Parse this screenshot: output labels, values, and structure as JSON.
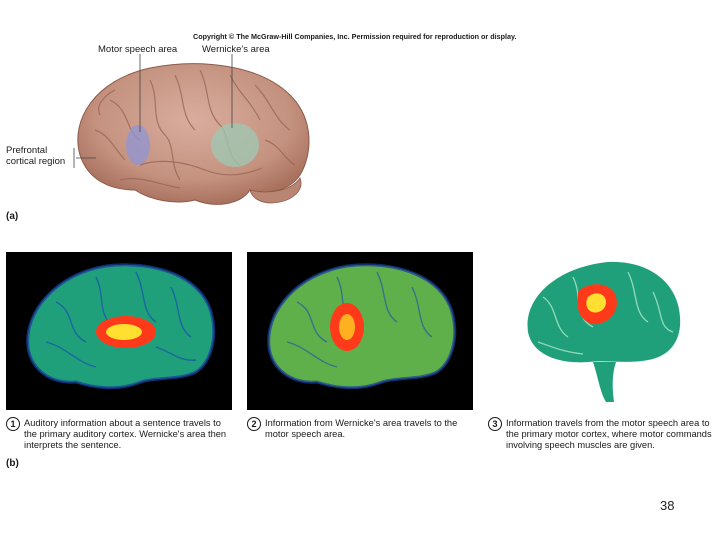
{
  "copyright": "Copyright © The McGraw-Hill Companies, Inc. Permission required for reproduction or display.",
  "part_a": {
    "label": "(a)",
    "labels": {
      "motor_speech_area": "Motor speech area",
      "wernickes_area": "Wernicke's area",
      "prefrontal_cortical_region": "Prefrontal cortical region"
    }
  },
  "part_b": {
    "label": "(b)",
    "steps": [
      {
        "number": "1",
        "text": "Auditory information about a sentence travels to the primary auditory cortex. Wernicke's area then interprets the sentence."
      },
      {
        "number": "2",
        "text": "Information from Wernicke's area travels to the motor speech area."
      },
      {
        "number": "3",
        "text": "Information travels from the motor speech area to the primary motor cortex, where motor commands involving speech muscles are given."
      }
    ]
  },
  "page_number": "38",
  "colors": {
    "brain_tissue": "#c99a8a",
    "motor_speech_highlight": "#8f95d6",
    "wernicke_highlight": "#9ec9b4",
    "scan_background": "#000000",
    "scan_base": "#1fa07a",
    "scan_active": "#ff3a1a",
    "scan_peak": "#ffe030"
  }
}
